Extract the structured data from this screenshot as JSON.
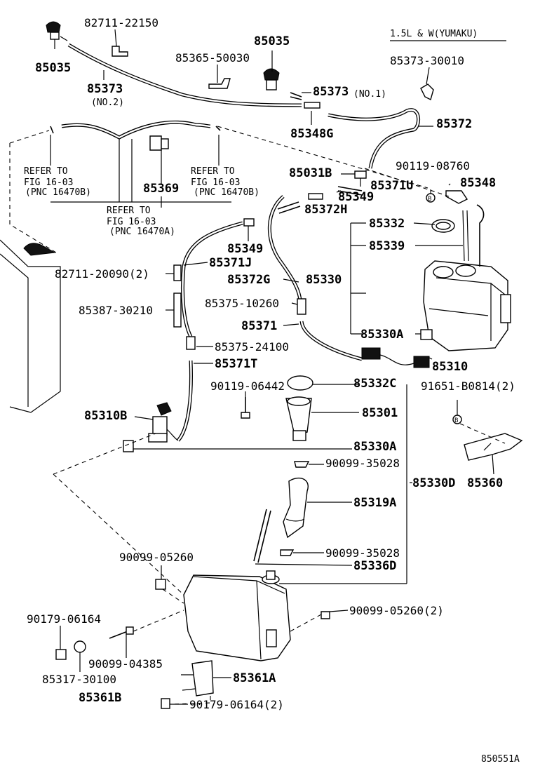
{
  "diagram": {
    "variant_note": "1.5L & W(YUMAKU)",
    "figure_code": "850551A",
    "labels": {
      "p82711_22150": "82711-22150",
      "p85035_a": "85035",
      "p85373_a": "85373",
      "p85373_a_sub": "(NO.2)",
      "p85365_50030": "85365-50030",
      "p85035_b": "85035",
      "p85373_b": "85373",
      "p85373_b_sub": "(NO.1)",
      "p85373_30010": "85373-30010",
      "p85348G": "85348G",
      "p85372": "85372",
      "refer_l1": "REFER TO",
      "refer_l2": "FIG 16-03",
      "refer_l3": "(PNC 16470B)",
      "refer_r1": "REFER TO",
      "refer_r2": "FIG 16-03",
      "refer_r3": "(PNC 16470B)",
      "refer_c1": "REFER TO",
      "refer_c2": "FIG 16-03",
      "refer_c3": "(PNC 16470A)",
      "p85369": "85369",
      "p85031B": "85031B",
      "p90119_08760": "90119-08760",
      "p85371U": "85371U",
      "p85348": "85348",
      "p85349_a": "85349",
      "p85372H": "85372H",
      "p85332": "85332",
      "p85339": "85339",
      "p85349_b": "85349",
      "p82711_20090": "82711-20090(2)",
      "p85371J": "85371J",
      "p85372G": "85372G",
      "p85330": "85330",
      "p85387_30210": "85387-30210",
      "p85375_10260": "85375-10260",
      "p85371": "85371",
      "p85330A_a": "85330A",
      "p85375_24100": "85375-24100",
      "p85310": "85310",
      "p85371T": "85371T",
      "p90119_06442": "90119-06442",
      "p85332C": "85332C",
      "p91651_B0814": "91651-B0814(2)",
      "p85310B": "85310B",
      "p85301": "85301",
      "p85330A_b": "85330A",
      "p90099_35028_a": "90099-35028",
      "p85330D": "85330D",
      "p85360": "85360",
      "p85319A": "85319A",
      "p90099_05260_a": "90099-05260",
      "p90099_35028_b": "90099-35028",
      "p85336D": "85336D",
      "p90179_06164_a": "90179-06164",
      "p90099_05260_b": "90099-05260(2)",
      "p90099_04385": "90099-04385",
      "p85317_30100": "85317-30100",
      "p85361A": "85361A",
      "p85361B": "85361B",
      "p90179_06164_b": "90179-06164(2)",
      "marker_b1": "B",
      "marker_b2": "B"
    }
  }
}
